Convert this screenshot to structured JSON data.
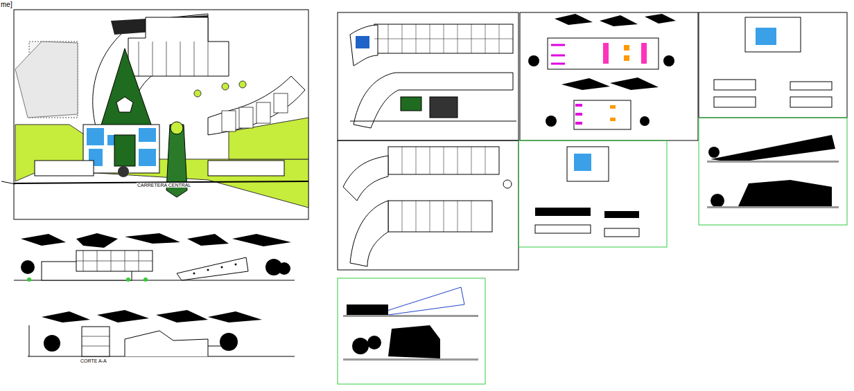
{
  "diagram": {
    "labels": [
      "me]",
      "CARRETERA CENTRAL",
      "CORTE A-A"
    ]
  }
}
